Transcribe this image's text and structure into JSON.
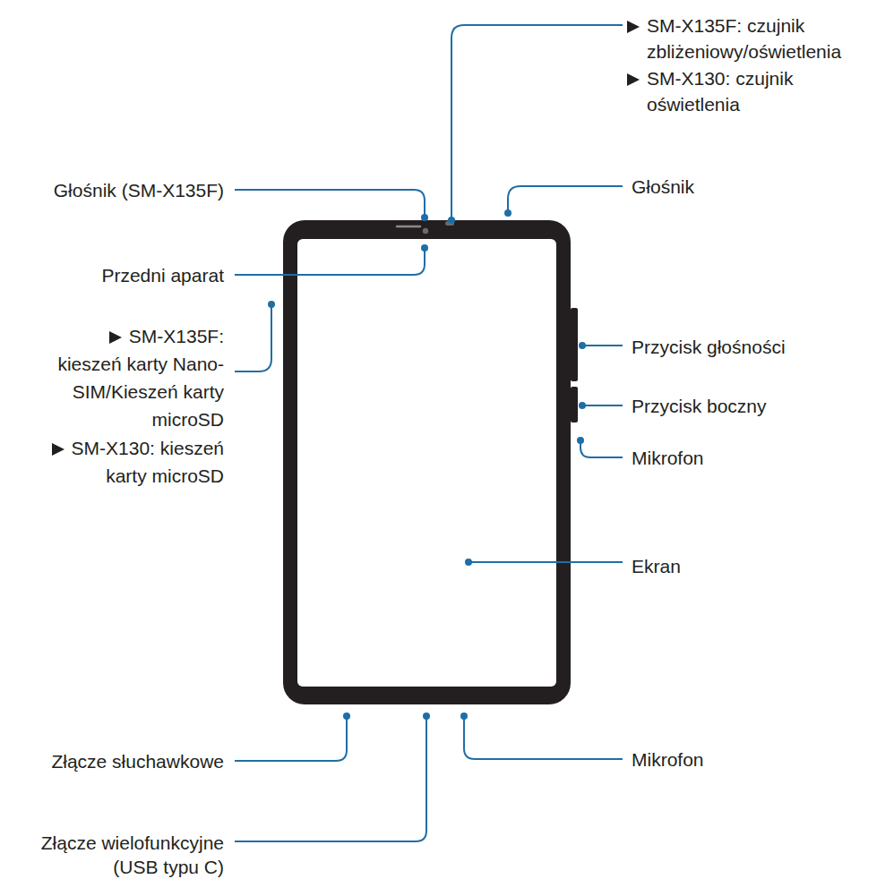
{
  "diagram": {
    "labels": [
      "SM-X135F: czujnik zbliżeniowy/oświetlenia",
      "SM-X130: czujnik oświetlenia",
      "Głośnik (SM-X135F)",
      "Głośnik",
      "Przedni aparat",
      "SM-X135F: kieszeń karty Nano-SIM/Kieszeń karty microSD",
      "SM-X130: kieszeń karty microSD",
      "Przycisk głośności",
      "Przycisk boczny",
      "Mikrofon",
      "Ekran",
      "Złącze słuchawkowe",
      "Mikrofon",
      "Złącze wielofunkcyjne (USB typu C)"
    ]
  }
}
